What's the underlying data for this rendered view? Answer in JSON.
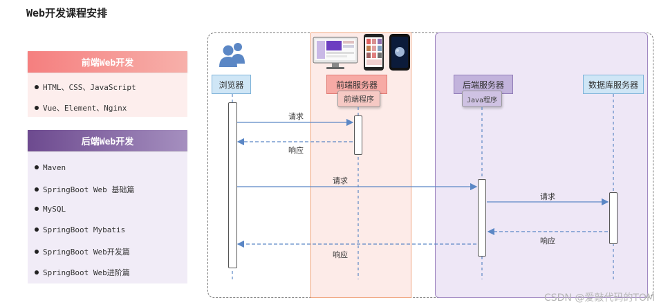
{
  "title": "Web开发课程安排",
  "front_panel": {
    "header": "前端Web开发",
    "items": [
      "HTML、CSS、JavaScript",
      "Vue、Element、Nginx"
    ]
  },
  "back_panel": {
    "header": "后端Web开发",
    "items": [
      "Maven",
      "SpringBoot Web 基础篇",
      "MySQL",
      "SpringBoot Mybatis",
      "SpringBoot Web开发篇",
      "SpringBoot Web进阶篇"
    ]
  },
  "diagram": {
    "actors": {
      "browser": "浏览器",
      "front_server": "前端服务器",
      "back_server": "后端服务器",
      "db_server": "数据库服务器"
    },
    "sub_labels": {
      "front_program": "前端程序",
      "java_program": "Java程序"
    },
    "messages": {
      "req1": "请求",
      "resp1": "响应",
      "req2": "请求",
      "req3": "请求",
      "resp3": "响应",
      "resp2": "响应"
    }
  },
  "watermark": "CSDN @爱敲代码的TOM",
  "colors": {
    "arrow": "#5b87c5",
    "front_header": "#f57f7f",
    "back_header": "#6d4a8f"
  },
  "icons": [
    "users-icon",
    "desktop-monitor-icon",
    "tablet-icon",
    "phone-icon"
  ]
}
